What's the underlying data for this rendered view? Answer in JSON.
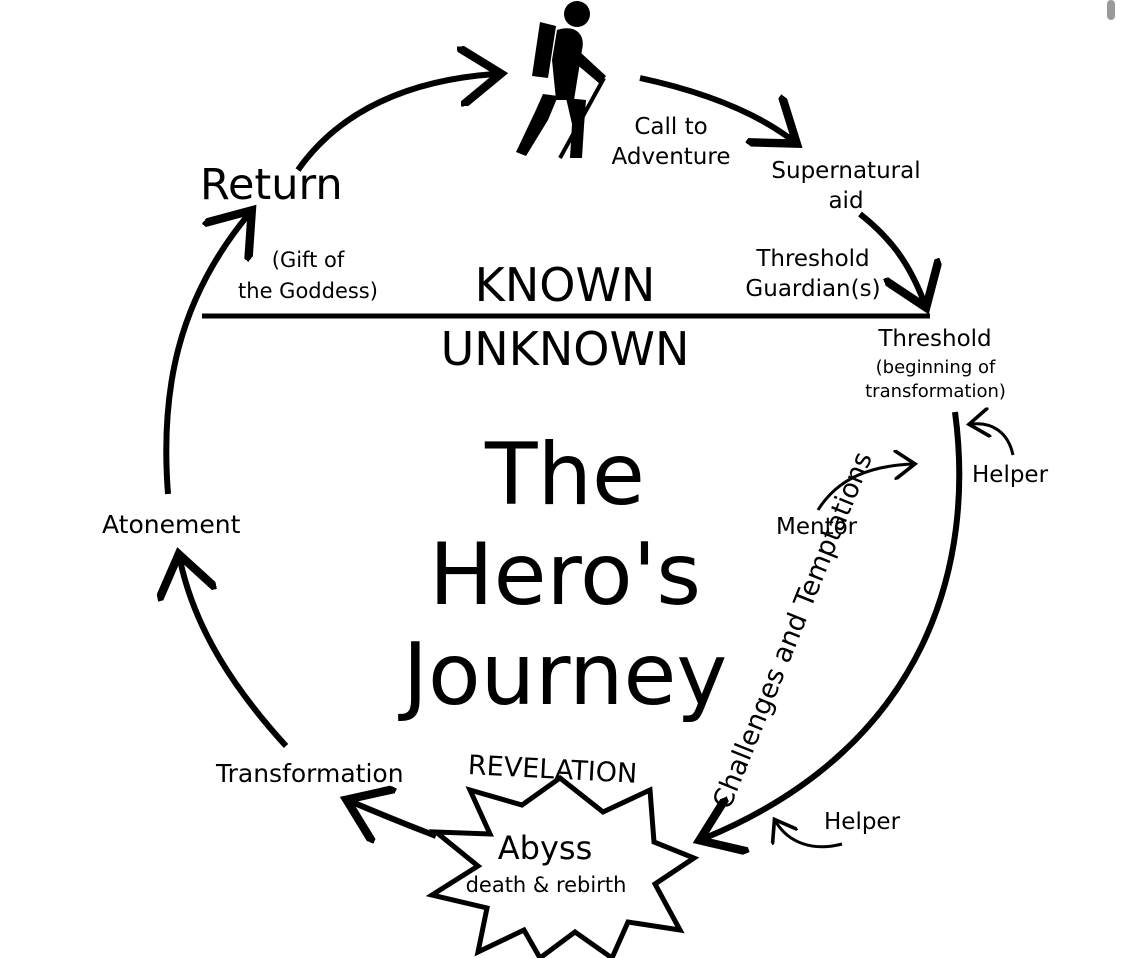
{
  "diagram": {
    "title_lines": [
      "The",
      "Hero's",
      "Journey"
    ],
    "divider": {
      "above": "KNOWN",
      "below": "UNKNOWN"
    },
    "stages": {
      "call": "Call to\nAdventure",
      "supernatural_aid": "Supernatural\naid",
      "threshold_guardians": "Threshold\nGuardian(s)",
      "threshold": "Threshold",
      "threshold_note": "(beginning of\ntransformation)",
      "challenges": "Challenges and Temptations",
      "helper_top": "Helper",
      "mentor": "Mentor",
      "helper_bottom": "Helper",
      "revelation": "REVELATION",
      "abyss": "Abyss",
      "abyss_sub": "death & rebirth",
      "transformation": "Transformation",
      "atonement": "Atonement",
      "return": "Return",
      "gift": "(Gift of\nthe Goddess)"
    }
  }
}
